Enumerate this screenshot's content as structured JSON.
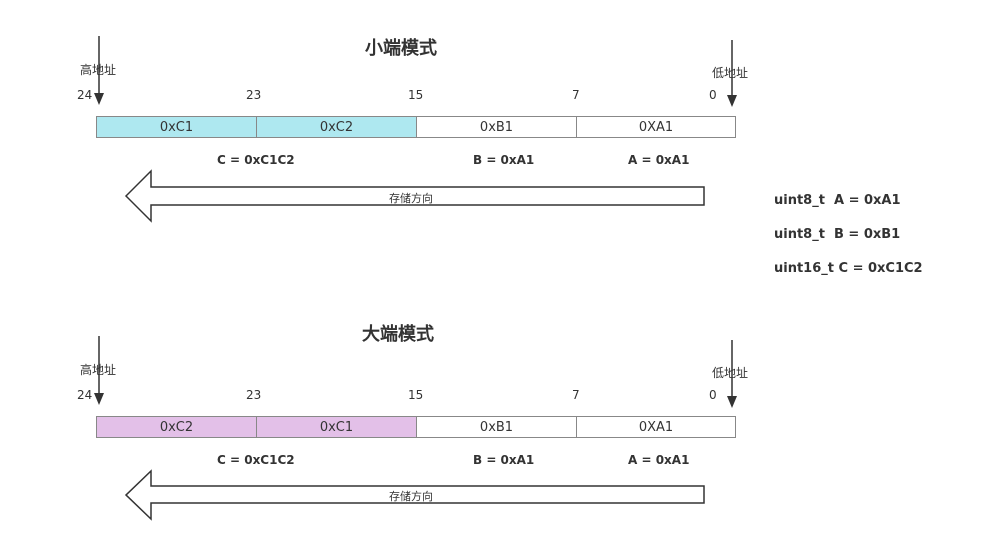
{
  "colors": {
    "little_highlight": "#aee8f0",
    "big_highlight": "#e3c0e8",
    "plain": "#ffffff",
    "border": "#888888",
    "text": "#333333"
  },
  "little": {
    "title": "小端模式",
    "high_addr": "高地址",
    "low_addr": "低地址",
    "ticks": [
      "24",
      "23",
      "15",
      "7",
      "0"
    ],
    "cells": [
      "0xC1",
      "0xC2",
      "0xB1",
      "0XA1"
    ],
    "labels": [
      "C = 0xC1C2",
      "B = 0xA1",
      "A = 0xA1"
    ],
    "direction": "存储方向"
  },
  "big": {
    "title": "大端模式",
    "high_addr": "高地址",
    "low_addr": "低地址",
    "ticks": [
      "24",
      "23",
      "15",
      "7",
      "0"
    ],
    "cells": [
      "0xC2",
      "0xC1",
      "0xB1",
      "0XA1"
    ],
    "labels": [
      "C = 0xC1C2",
      "B = 0xA1",
      "A = 0xA1"
    ],
    "direction": "存储方向"
  },
  "declarations": [
    "uint8_t  A = 0xA1",
    "uint8_t  B = 0xB1",
    "uint16_t C = 0xC1C2"
  ]
}
